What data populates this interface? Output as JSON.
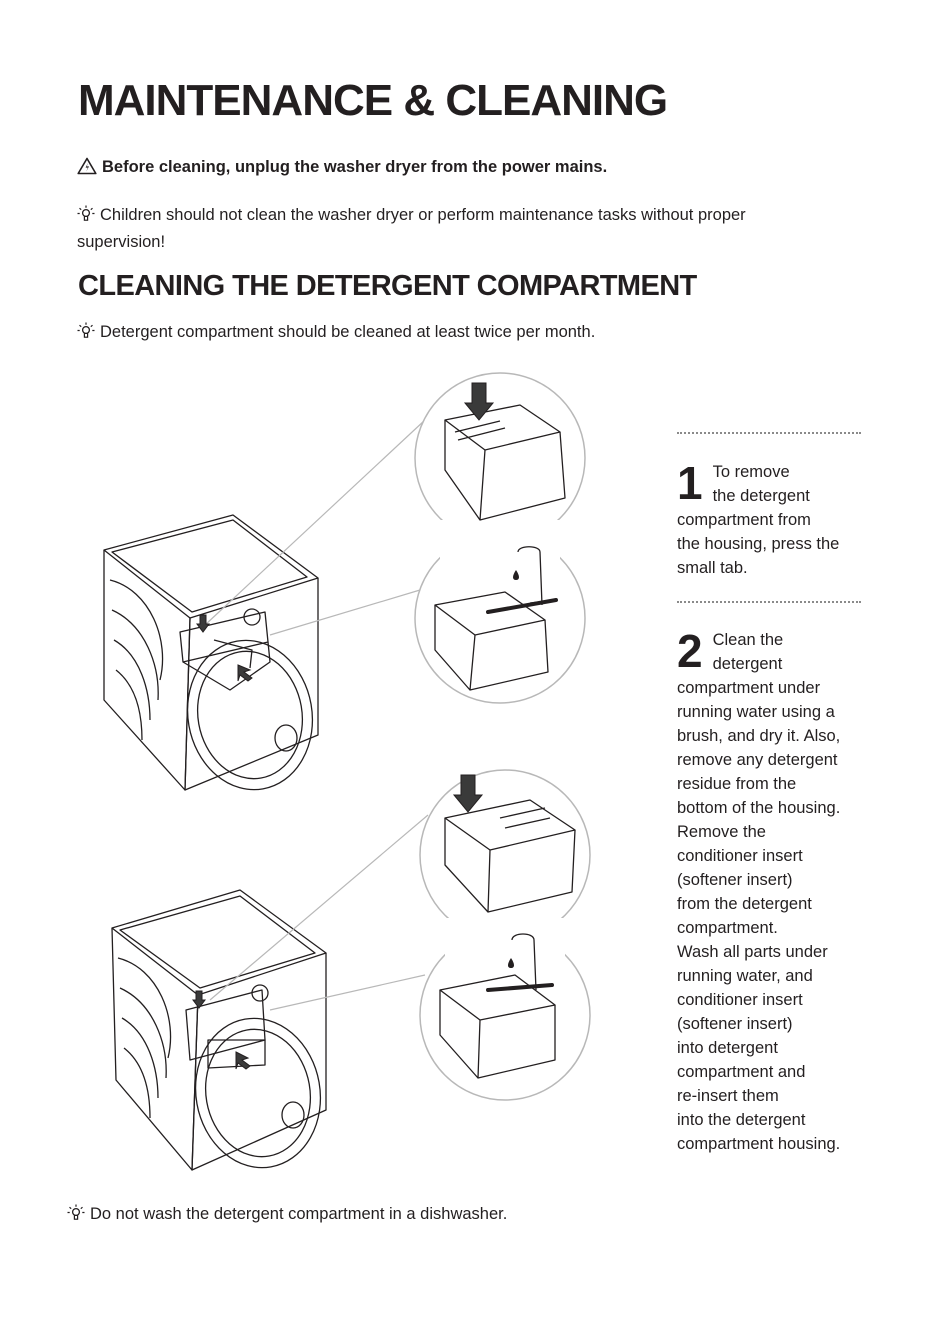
{
  "header": {
    "title": "MAINTENANCE & CLEANING"
  },
  "warning": {
    "icon": "warning-triangle-icon",
    "text": "Before cleaning, unplug the washer dryer from the power mains."
  },
  "tips": {
    "icon": "lightbulb-icon",
    "supervision": "Children should not clean the washer dryer or perform maintenance tasks without proper supervision!",
    "frequency": "Detergent compartment should be cleaned at least twice per month.",
    "dishwasher": "Do not wash the detergent compartment in a dishwasher."
  },
  "section": {
    "title": "CLEANING THE DETERGENT COMPARTMENT"
  },
  "steps": [
    {
      "number": "1",
      "text": "To remove\nthe detergent\ncompartment from\nthe housing, press the\nsmall tab."
    },
    {
      "number": "2",
      "text": "Clean the\ndetergent\ncompartment under\nrunning water using a\nbrush, and dry it. Also,\nremove any detergent\nresidue from the\nbottom of the housing.\nRemove the\nconditioner insert\n(softener insert)\nfrom the detergent\ncompartment.\nWash all parts under\nrunning water, and\nconditioner insert\n(softener insert)\ninto detergent\ncompartment and\nre-insert them\ninto the detergent\ncompartment housing."
    }
  ],
  "colors": {
    "text": "#231f20",
    "line_art": "#231f20",
    "callout_circle": "#b8b8b8",
    "arrow": "#3a3a3a"
  }
}
